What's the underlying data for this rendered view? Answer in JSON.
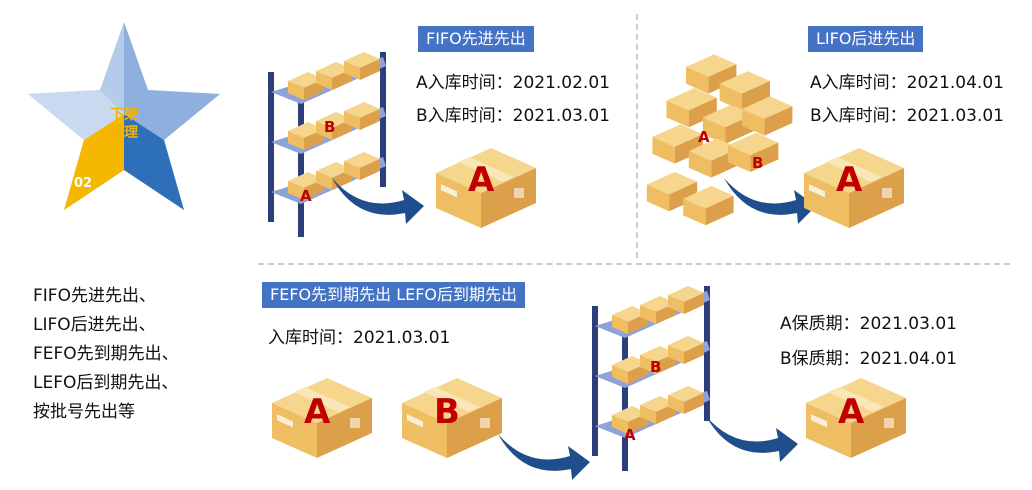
{
  "badge": {
    "title_line1": "下架",
    "title_line2": "管理",
    "number": "02",
    "colors": {
      "light": "#b4cbe9",
      "mid": "#8fb0de",
      "dark": "#2e6fba",
      "yellow": "#f5b700",
      "text_gold": "#f2b400"
    }
  },
  "left_list": [
    "FIFO先进先出、",
    "LIFO后进先出、",
    "FEFO先到期先出、",
    "LEFO后到期先出、",
    "按批号先出等"
  ],
  "fifo": {
    "banner": "FIFO先进先出",
    "line_a": "A入库时间：2021.02.01",
    "line_b": "B入库时间：2021.03.01",
    "shelf_labels": [
      "B",
      "A"
    ],
    "box_letter": "A"
  },
  "lifo": {
    "banner": "LIFO后进先出",
    "line_a": "A入库时间：2021.04.01",
    "line_b": "B入库时间：2021.03.01",
    "stack_labels": [
      "A",
      "B"
    ],
    "box_letter": "A"
  },
  "fefo": {
    "banner": "FEFO先到期先出  LEFO后到期先出",
    "inbound_time": "入库时间：2021.03.01",
    "box_a": "A",
    "box_b": "B",
    "shelf_labels": [
      "B",
      "A"
    ],
    "expiry_a": "A保质期：2021.03.01",
    "expiry_b": "B保质期：2021.04.01",
    "out_box": "A"
  },
  "colors": {
    "banner": "#4472c4",
    "box_top": "#f6cf7e",
    "box_side": "#e3a94a",
    "box_front": "#efbb5e",
    "letter": "#c00000",
    "arrow": "#1f4e8c",
    "shelf_post": "#2d3f7a",
    "shelf_board": "#8ea3d8"
  }
}
